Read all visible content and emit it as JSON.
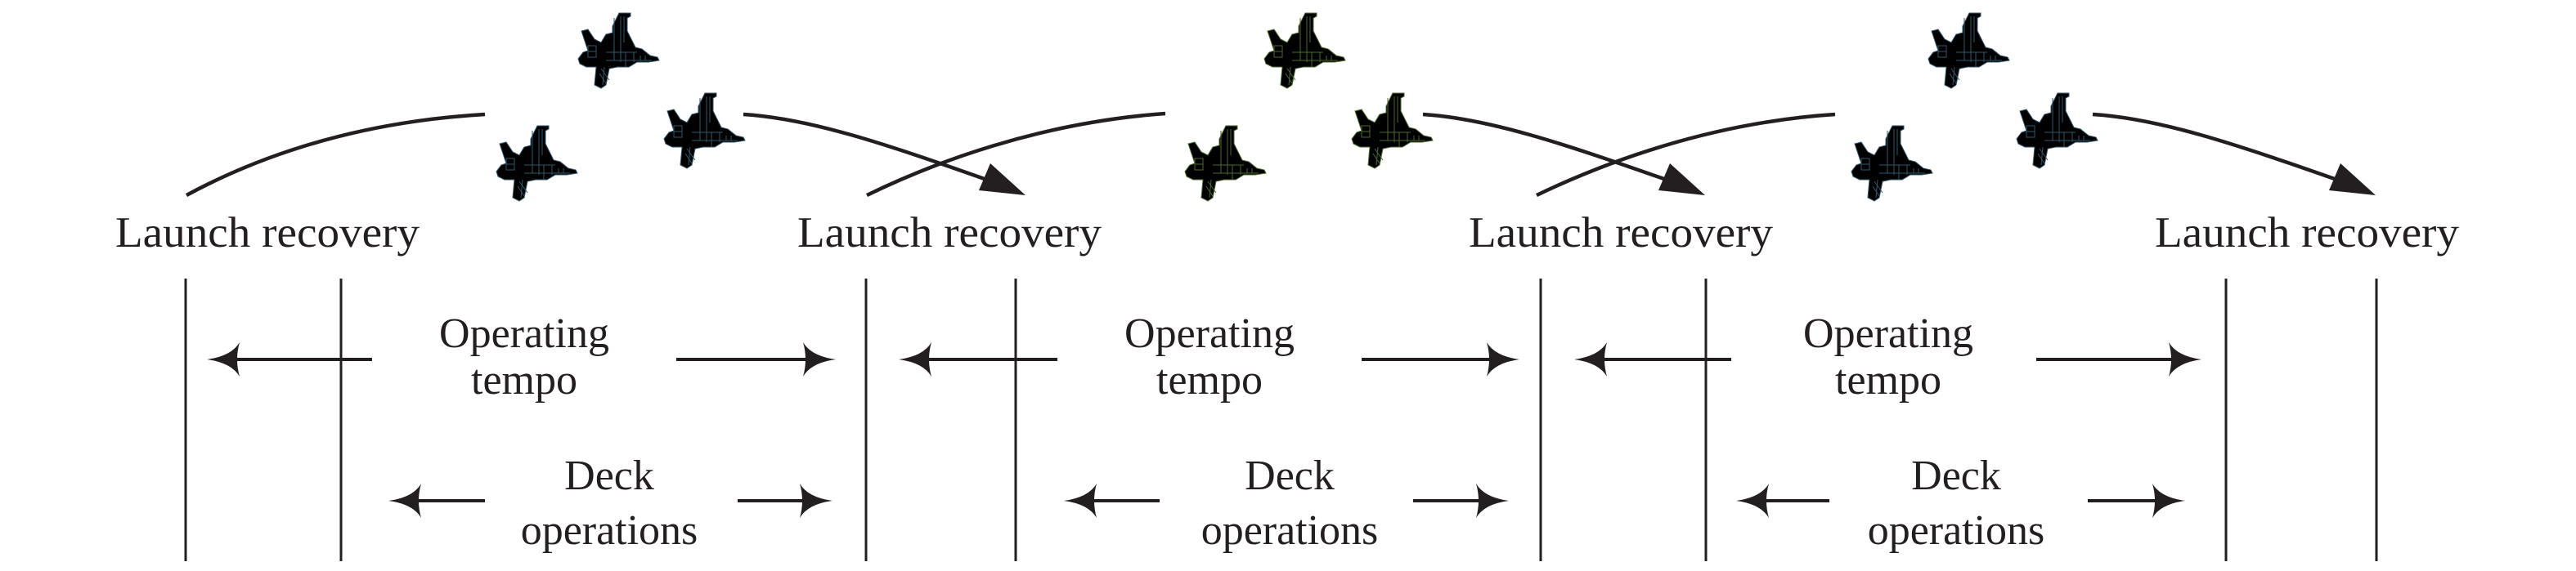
{
  "diagram": {
    "title": "Carrier launch/recovery cycle",
    "cycle_labels": [
      "Launch recovery",
      "Launch recovery",
      "Launch recovery",
      "Launch recovery"
    ],
    "intervals": [
      {
        "upper_label_line1": "Operating",
        "upper_label_line2": "tempo",
        "lower_label_line1": "Deck",
        "lower_label_line2": "operations",
        "jet_color": "#30576a",
        "jet_group": "wave-1"
      },
      {
        "upper_label_line1": "Operating",
        "upper_label_line2": "tempo",
        "lower_label_line1": "Deck",
        "lower_label_line2": "operations",
        "jet_color": "#4b6a2b",
        "jet_group": "wave-2"
      },
      {
        "upper_label_line1": "Operating",
        "upper_label_line2": "tempo",
        "lower_label_line1": "Deck",
        "lower_label_line2": "operations",
        "jet_color": "#30576a",
        "jet_group": "wave-3"
      }
    ],
    "jets_per_wave": 3,
    "icon": "fighter-jet-icon",
    "colors": {
      "ink": "#231f20",
      "wave_blue": "#30576a",
      "wave_green": "#4b6a2b",
      "background": "#ffffff"
    }
  }
}
